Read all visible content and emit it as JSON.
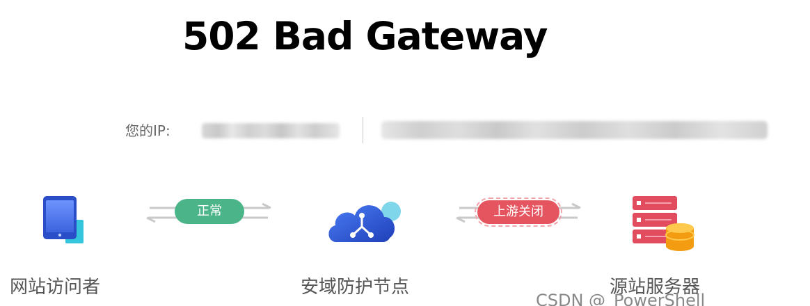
{
  "page": {
    "title": "502 Bad Gateway"
  },
  "ip_row": {
    "label": "您的IP:"
  },
  "flow": {
    "visitor": {
      "label": "网站访问者",
      "icon": "tablet-icon"
    },
    "link_1": {
      "status": "正常",
      "color": "#4cb489"
    },
    "proxy": {
      "label": "安域防护节点",
      "icon": "cloud-network-icon"
    },
    "link_2": {
      "status": "上游关闭",
      "color": "#e5555f"
    },
    "origin": {
      "label": "源站服务器",
      "icon": "server-database-icon"
    }
  },
  "watermark": {
    "text": "CSDN @_PowerShell"
  }
}
